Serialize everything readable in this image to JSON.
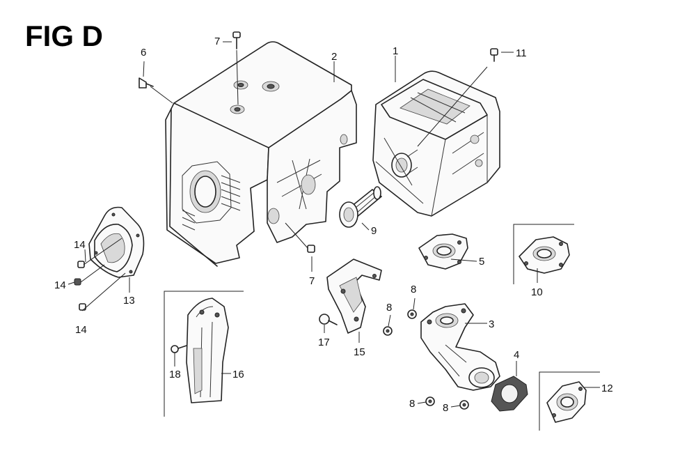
{
  "figure": {
    "title": "FIG D"
  },
  "callouts": [
    {
      "id": "c1",
      "text": "1"
    },
    {
      "id": "c2",
      "text": "2"
    },
    {
      "id": "c3",
      "text": "3"
    },
    {
      "id": "c4",
      "text": "4"
    },
    {
      "id": "c5",
      "text": "5"
    },
    {
      "id": "c6",
      "text": "6"
    },
    {
      "id": "c7a",
      "text": "7"
    },
    {
      "id": "c7b",
      "text": "7"
    },
    {
      "id": "c8a",
      "text": "8"
    },
    {
      "id": "c8b",
      "text": "8"
    },
    {
      "id": "c8c",
      "text": "8"
    },
    {
      "id": "c8d",
      "text": "8"
    },
    {
      "id": "c9",
      "text": "9"
    },
    {
      "id": "c10",
      "text": "10"
    },
    {
      "id": "c11",
      "text": "11"
    },
    {
      "id": "c12",
      "text": "12"
    },
    {
      "id": "c13",
      "text": "13"
    },
    {
      "id": "c14a",
      "text": "14"
    },
    {
      "id": "c14b",
      "text": "14"
    },
    {
      "id": "c14c",
      "text": "14"
    },
    {
      "id": "c15",
      "text": "15"
    },
    {
      "id": "c16",
      "text": "16"
    },
    {
      "id": "c17",
      "text": "17"
    },
    {
      "id": "c18",
      "text": "18"
    }
  ]
}
